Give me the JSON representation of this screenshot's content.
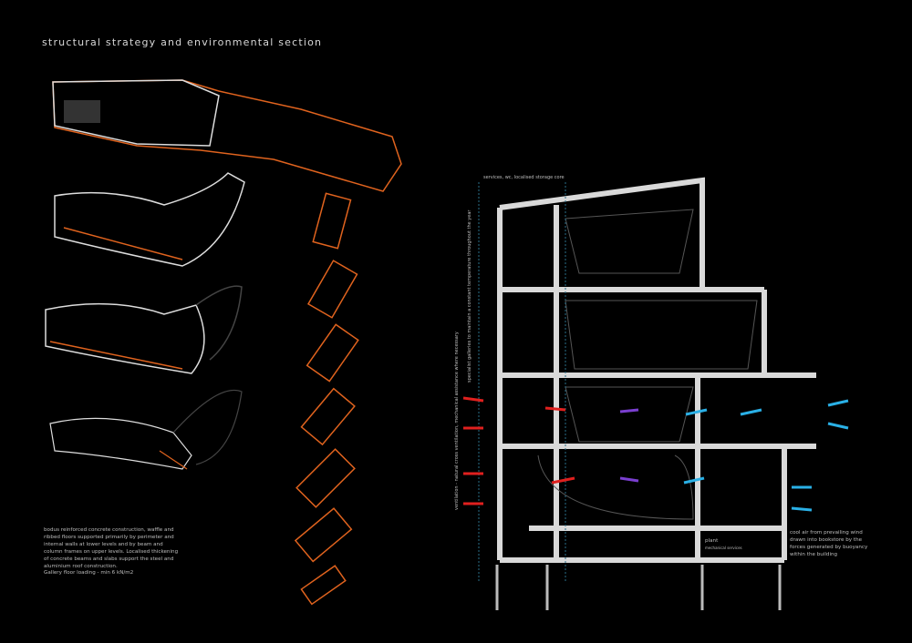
{
  "title": "structural strategy and environmental section",
  "structure_note": "bodus reinforced concrete construction, waffle and ribbed floors supported primarily by perimeter and internal walls at lower levels and by beam and column frames on upper levels. Localised thickening of concrete beams and slabs support the steel and aluminium roof construction.",
  "floor_loading": "Gallery floor loading - min 6 kN/m2",
  "services_label": "services, wc, localised storage core",
  "gallery_note": "specialist galleries to maintain a constant temperature throughout the year",
  "ventilation_note": "ventilation - natural cross ventilation, mechanical assistance where necessary",
  "cool_air_note": "cool air from prevailing wind drawn into bookstore by the forces generated by buoyancy within the building",
  "plant_label": "plant",
  "plant_sub": "mechanical services",
  "colors": {
    "structure": "#e0631e",
    "walls": "#d9d9d9",
    "warm_air": "#e0201e",
    "cool_air": "#2ab0e6",
    "mixed_air": "#7a3fd0"
  }
}
